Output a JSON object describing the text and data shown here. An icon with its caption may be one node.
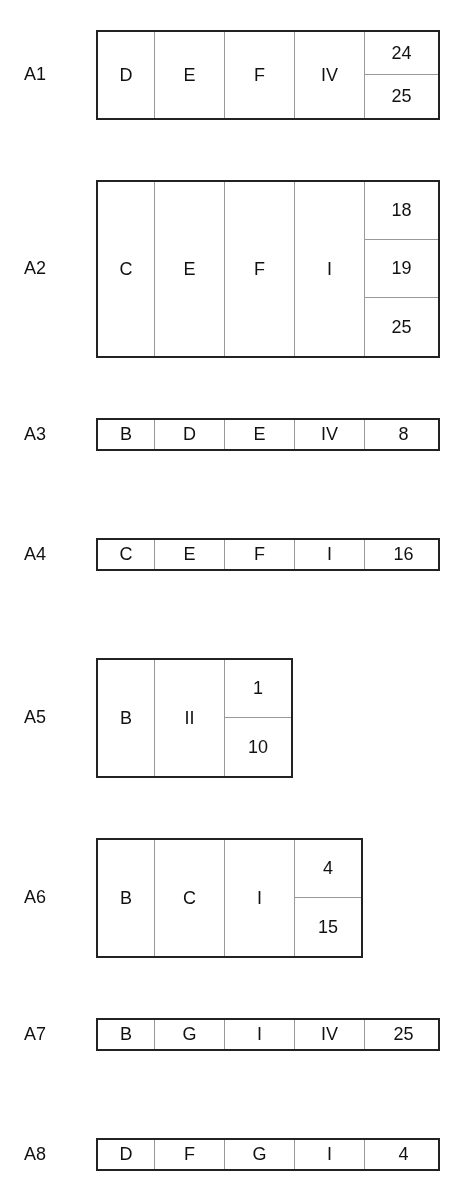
{
  "diagram": {
    "labels": [
      "A1",
      "D",
      "E",
      "F",
      "IV",
      "24",
      "25",
      "A2",
      "C",
      "E",
      "F",
      "I",
      "18",
      "19",
      "25",
      "A3",
      "B",
      "D",
      "E",
      "IV",
      "8",
      "A4",
      "C",
      "E",
      "F",
      "I",
      "16",
      "A5",
      "B",
      "II",
      "1",
      "10",
      "A6",
      "B",
      "C",
      "I",
      "4",
      "15",
      "A7",
      "B",
      "G",
      "I",
      "IV",
      "25",
      "A8",
      "D",
      "F",
      "G",
      "I",
      "4"
    ]
  }
}
